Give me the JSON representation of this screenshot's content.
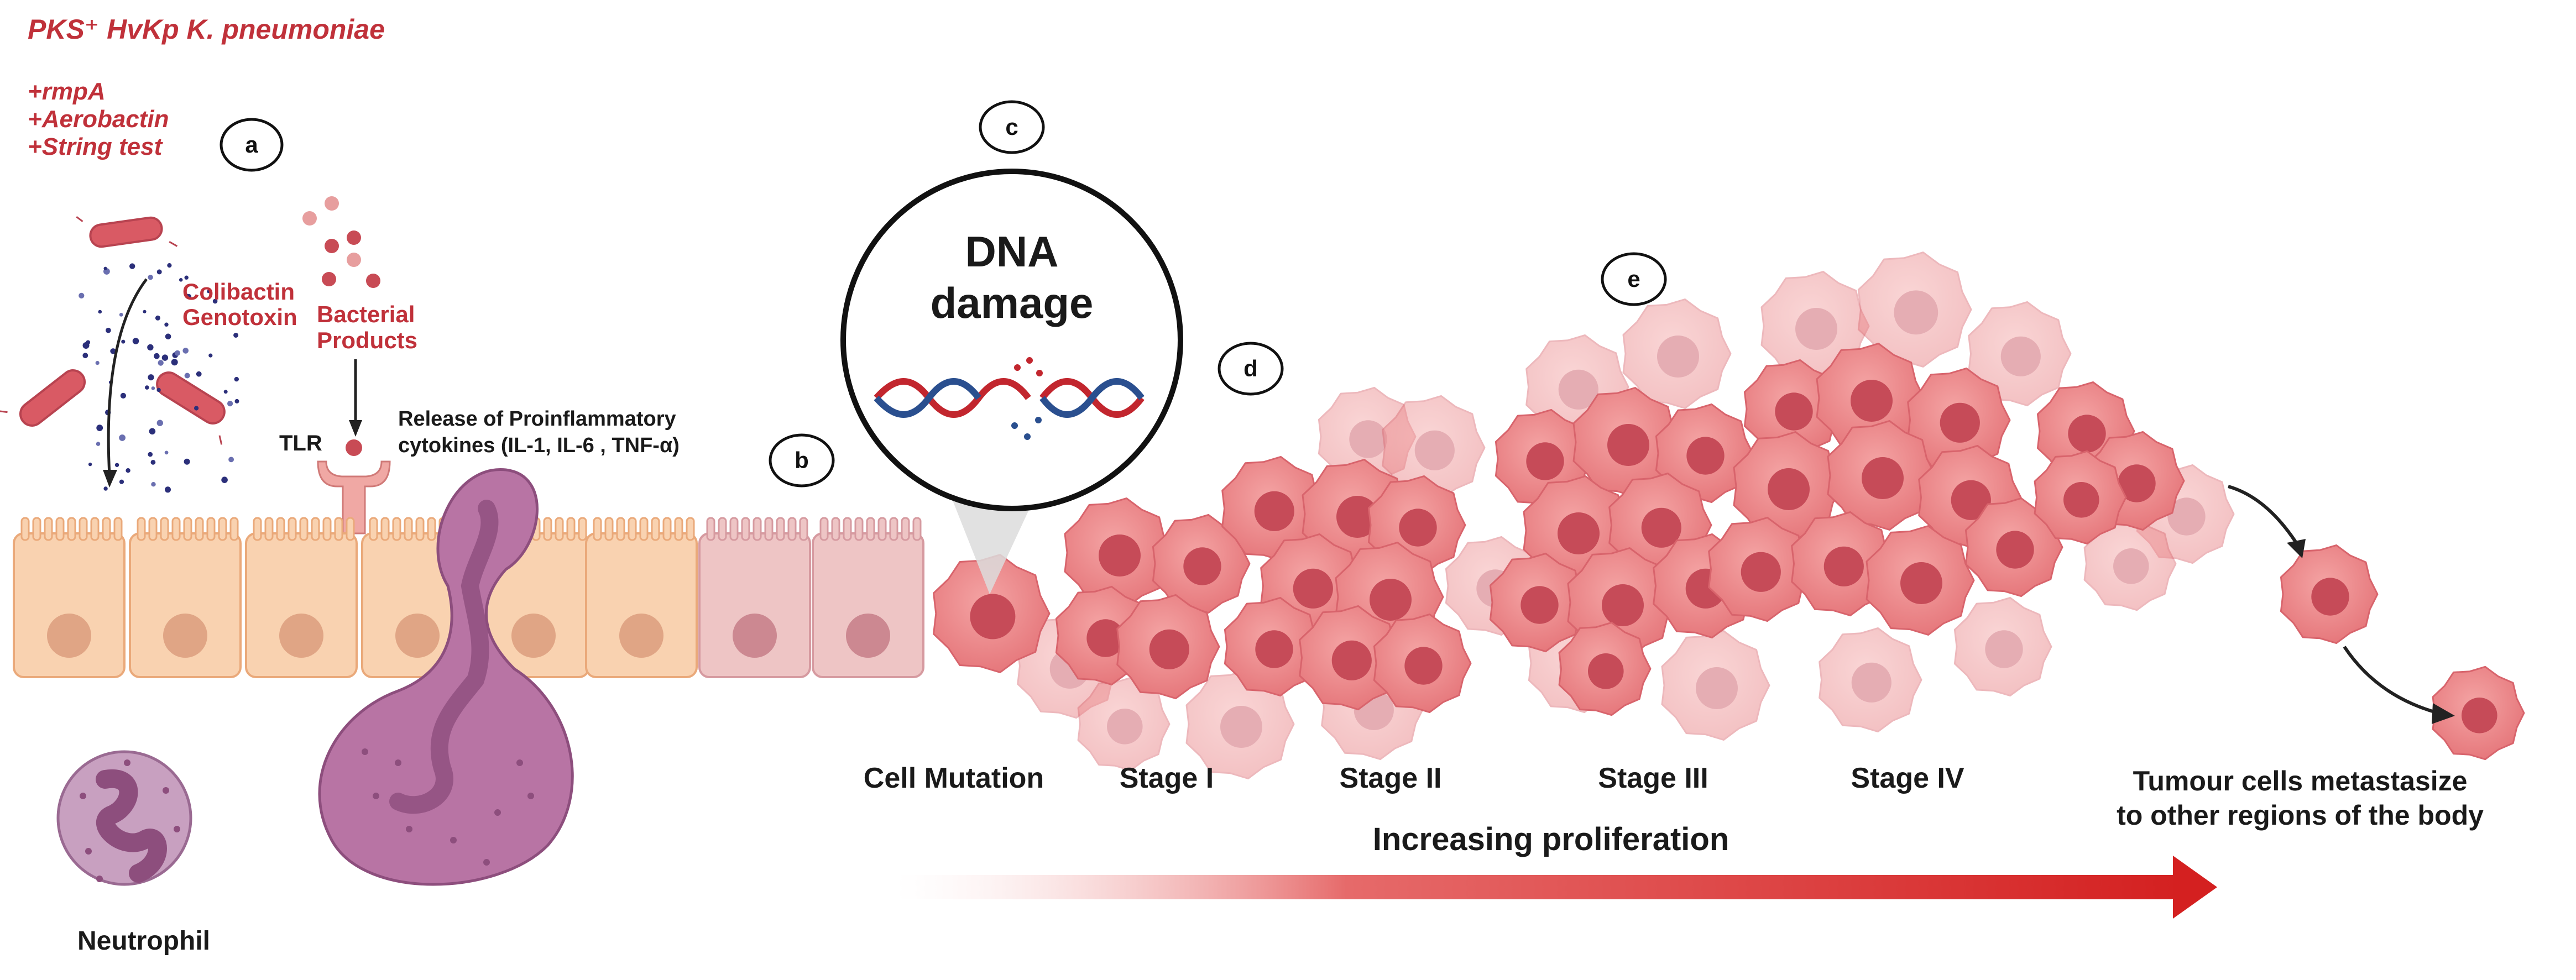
{
  "header": {
    "species": "PKS⁺ HvKp K. pneumoniae",
    "traits": [
      "+rmpA",
      "+Aerobactin",
      "+String test"
    ]
  },
  "markers": {
    "a": "a",
    "b": "b",
    "c": "c",
    "d": "d",
    "e": "e"
  },
  "labels": {
    "colibactin_line1": "Colibactin",
    "colibactin_line2": "Genotoxin",
    "bacterial_line1": "Bacterial",
    "bacterial_line2": "Products",
    "tlr": "TLR",
    "release_line1": "Release of Proinflammatory",
    "release_line2": "cytokines (IL-1, IL-6 , TNF-α)",
    "dna_line1": "DNA",
    "dna_line2": "damage",
    "neutrophil": "Neutrophil",
    "cell_mutation": "Cell Mutation",
    "stage1": "Stage I",
    "stage2": "Stage II",
    "stage3": "Stage III",
    "stage4": "Stage IV",
    "metastasis_line1": "Tumour cells metastasize",
    "metastasis_line2": "to other regions of the body",
    "proliferation": "Increasing proliferation"
  },
  "colors": {
    "accent_red": "#c0313a",
    "arrow_red": "#d42020",
    "epithelium": "#f9d2b0",
    "tumour": "#ec8c8e",
    "neutrophil": "#b874a4"
  }
}
